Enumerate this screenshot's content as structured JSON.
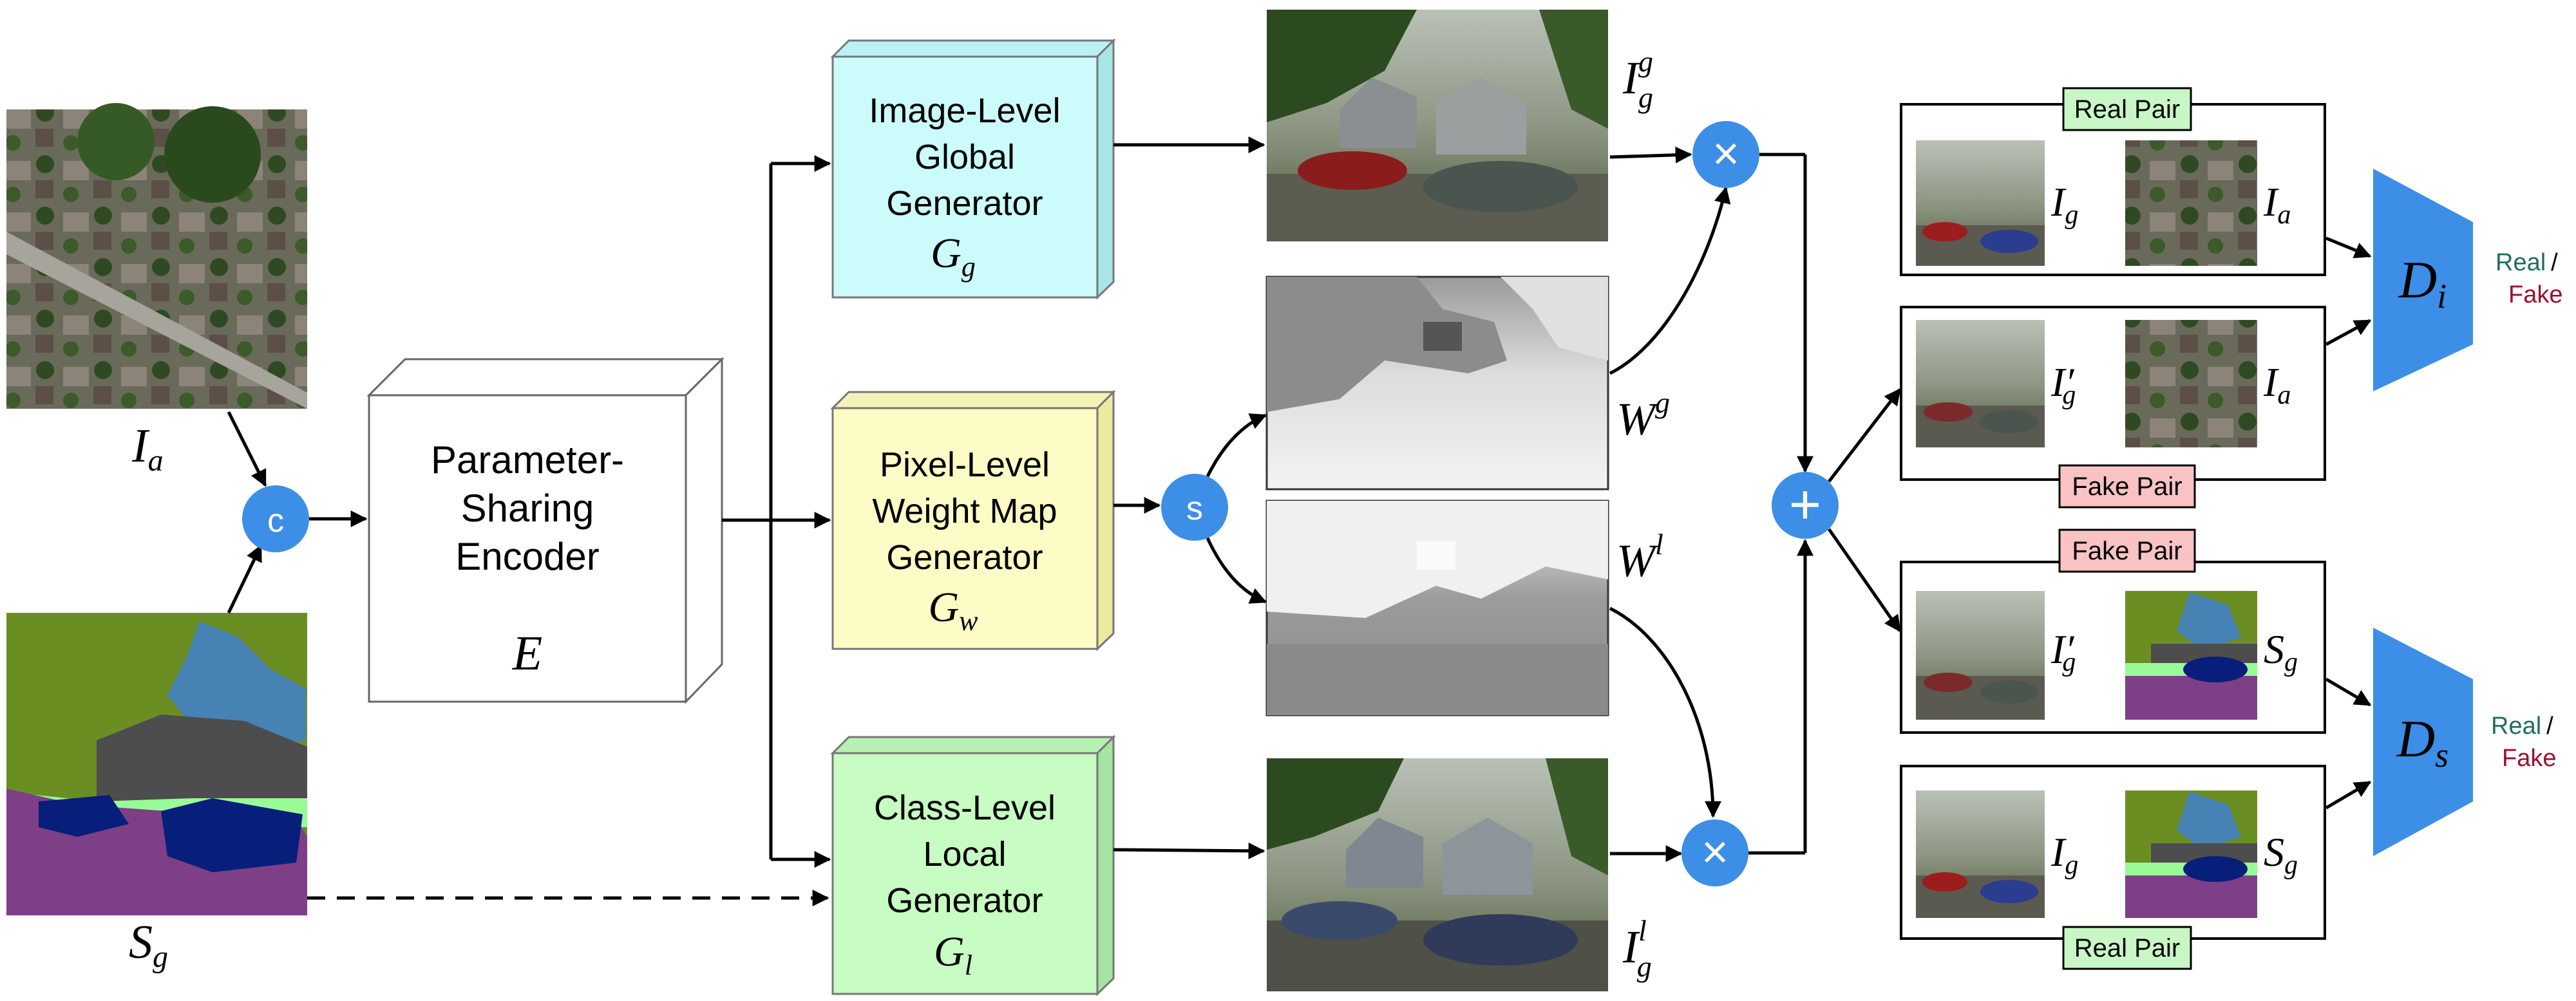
{
  "inputs": {
    "aerial_label": "I",
    "aerial_sub": "a",
    "seg_label": "S",
    "seg_sub": "g"
  },
  "encoder": {
    "line1": "Parameter-",
    "line2": "Sharing",
    "line3": "Encoder",
    "symbol": "E"
  },
  "generators": {
    "global": {
      "line1": "Image-Level",
      "line2": "Global",
      "line3": "Generator",
      "symbol": "G",
      "sub": "g",
      "color": "#ccfbfb"
    },
    "weight": {
      "line1": "Pixel-Level",
      "line2": "Weight Map",
      "line3": "Generator",
      "symbol": "G",
      "sub": "w",
      "color": "#fdfcc6"
    },
    "local": {
      "line1": "Class-Level",
      "line2": "Local",
      "line3": "Generator",
      "symbol": "G",
      "sub": "l",
      "color": "#c7fcc3"
    }
  },
  "outputs": {
    "global_out": {
      "base": "I",
      "sub": "g",
      "sup": "g"
    },
    "weight_g": {
      "base": "W",
      "sup": "g"
    },
    "weight_l": {
      "base": "W",
      "sup": "l"
    },
    "local_out": {
      "base": "I",
      "sub": "g",
      "sup": "l"
    }
  },
  "ops": {
    "concat": "c",
    "softmax": "s",
    "multiply": "×",
    "add": "+"
  },
  "pairs": {
    "real_pair_top": "Real Pair",
    "fake_pair_mid1": "Fake Pair",
    "fake_pair_mid2": "Fake Pair",
    "real_pair_bottom": "Real Pair",
    "box1": [
      {
        "base": "I",
        "sub": "g",
        "prime": ""
      },
      {
        "base": "I",
        "sub": "a",
        "prime": ""
      }
    ],
    "box2": [
      {
        "base": "I",
        "sub": "g",
        "prime": "′"
      },
      {
        "base": "I",
        "sub": "a",
        "prime": ""
      }
    ],
    "box3": [
      {
        "base": "I",
        "sub": "g",
        "prime": "′"
      },
      {
        "base": "S",
        "sub": "g",
        "prime": ""
      }
    ],
    "box4": [
      {
        "base": "I",
        "sub": "g",
        "prime": ""
      },
      {
        "base": "S",
        "sub": "g",
        "prime": ""
      }
    ],
    "real_color": "#c8f7c5",
    "fake_color": "#f9c3c3"
  },
  "discriminators": {
    "di": {
      "base": "D",
      "sub": "i",
      "real": "Real",
      "slash": "/",
      "fake": "Fake"
    },
    "ds": {
      "base": "D",
      "sub": "s",
      "real": "Real",
      "slash": "/",
      "fake": "Fake"
    },
    "color": "#3d8ee6",
    "real_color": "#1f6f5c",
    "fake_color": "#9b1030"
  },
  "colors": {
    "op_circle": "#3d8ee6"
  }
}
